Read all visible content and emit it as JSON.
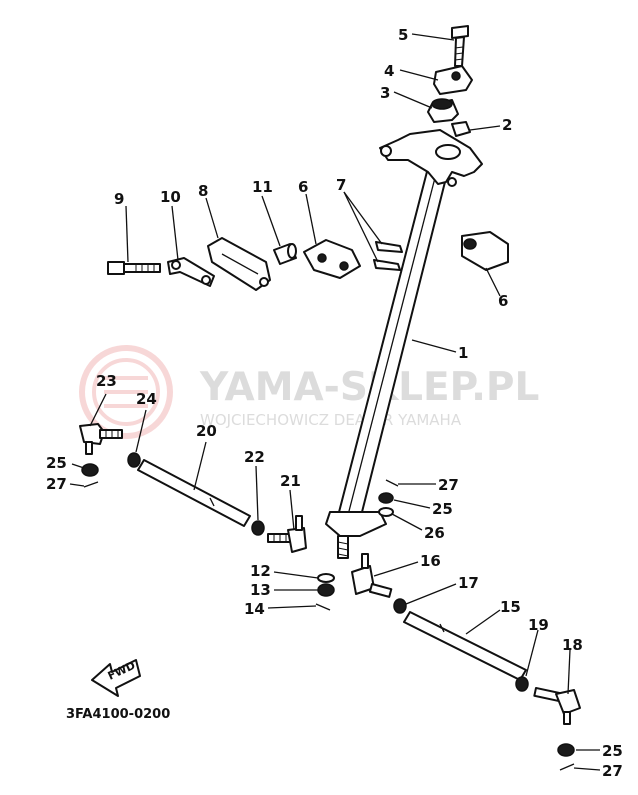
{
  "watermark": {
    "title": "YAMA-SKLEP.PL",
    "subtitle": "WOJCIECHOWICZ DEALER YAMAHA"
  },
  "diagram_code": "3FA4100-0200",
  "fwd_label": "FWD",
  "callouts": [
    "5",
    "4",
    "3",
    "2",
    "9",
    "10",
    "8",
    "11",
    "6",
    "7",
    "6",
    "1",
    "23",
    "24",
    "20",
    "25",
    "27",
    "22",
    "21",
    "27",
    "25",
    "26",
    "12",
    "13",
    "14",
    "16",
    "17",
    "15",
    "19",
    "18",
    "25",
    "27"
  ],
  "colors": {
    "line": "#111111",
    "watermark": "#dcdcdc",
    "logo": "#f2c4c4"
  }
}
